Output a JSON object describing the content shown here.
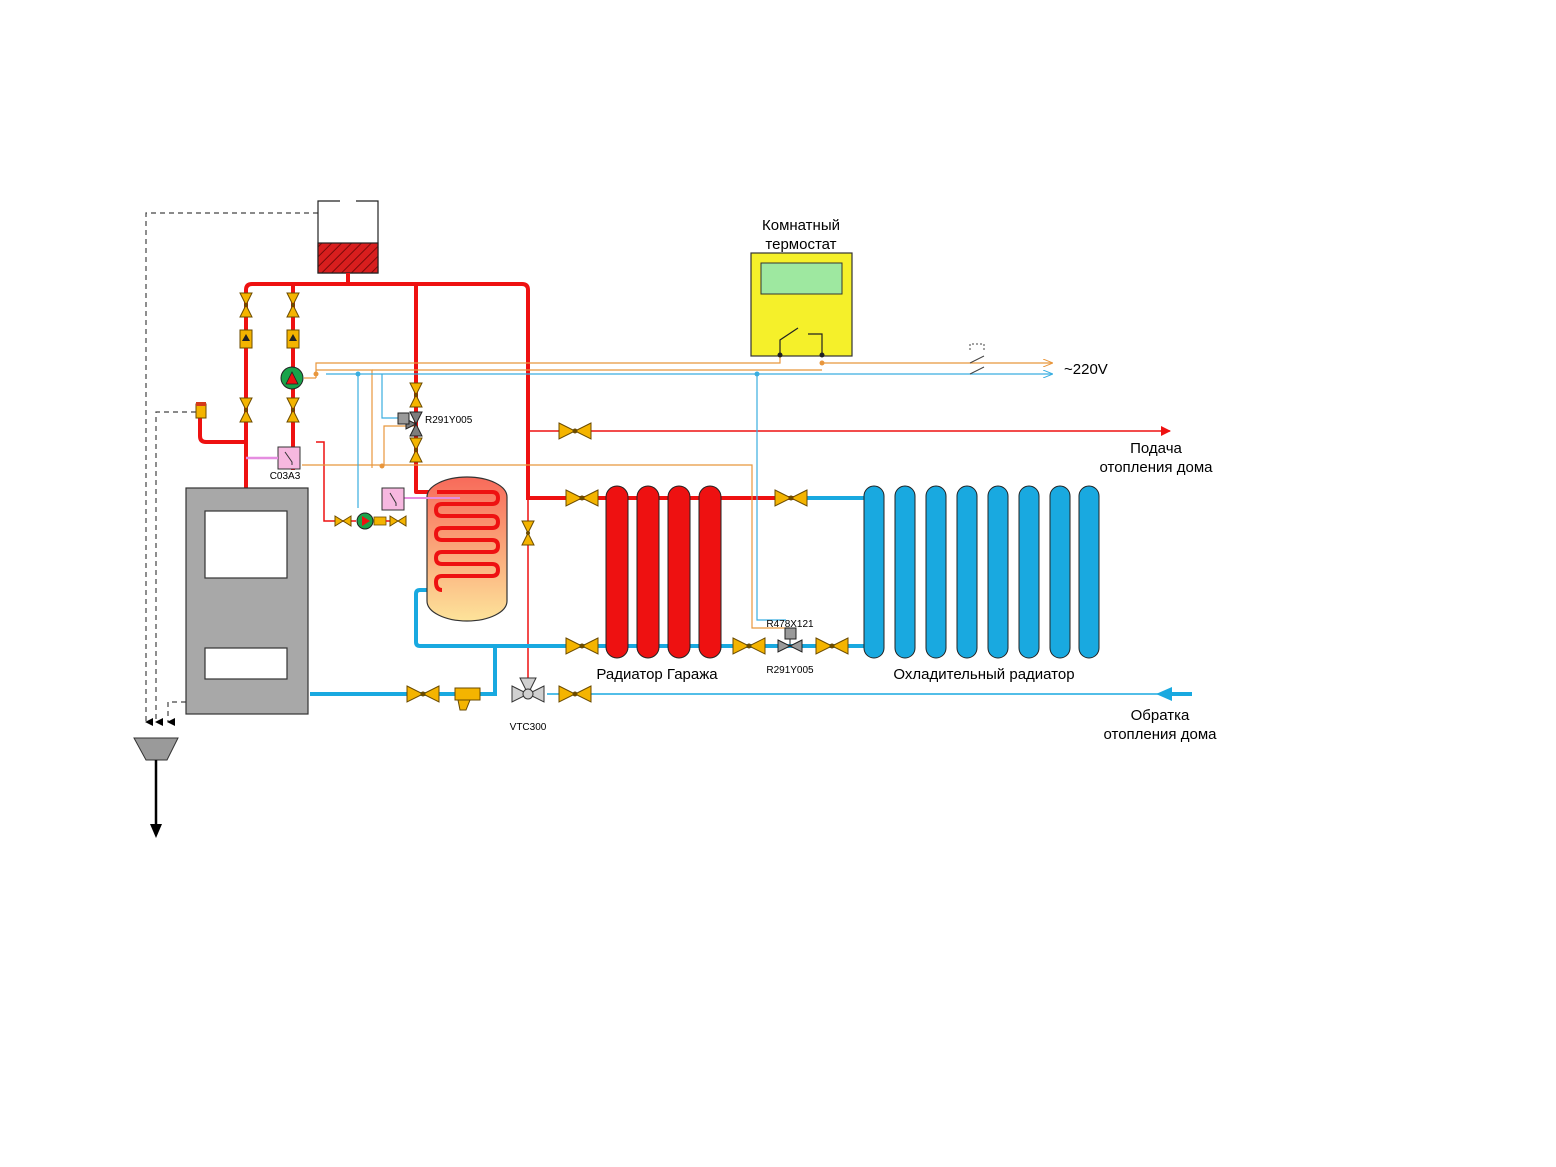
{
  "labels": {
    "thermostat_title_1": "Комнатный",
    "thermostat_title_2": "термостат",
    "voltage": "~220V",
    "supply_1": "Подача",
    "supply_2": "отопления дома",
    "return_1": "Обратка",
    "return_2": "отопления дома",
    "garage_radiator": "Радиатор Гаража",
    "cooling_radiator": "Охладительный радиатор",
    "sensor_c03a3": "C03A3",
    "valve_r291_top": "R291Y005",
    "valve_r291_bottom": "R291Y005",
    "actuator_r478": "R478X121",
    "valve_vtc300": "VTC300"
  },
  "colors": {
    "hot": "#ee1111",
    "cold": "#19a9e0",
    "valve": "#f4b400",
    "power_line": "#e8963c",
    "signal_line": "#3aaee0",
    "boiler": "#a8a8a8",
    "thermostat": "#f5f02a",
    "pump": "#1aa34a"
  },
  "components": {
    "garage_radiator_sections": 4,
    "cooling_radiator_sections": 8
  }
}
